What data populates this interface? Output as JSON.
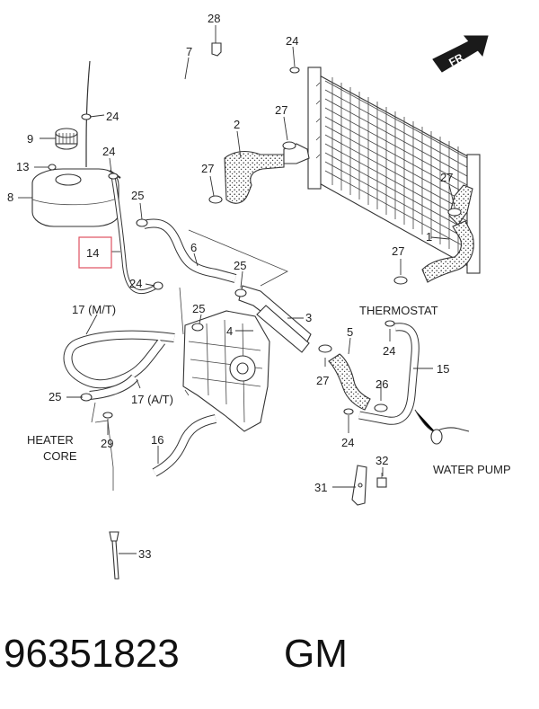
{
  "footer": {
    "part_number": "96351823",
    "brand": "GM"
  },
  "direction_label": "FR",
  "highlight_color": "#e05060",
  "callouts": [
    {
      "id": "c28",
      "text": "28"
    },
    {
      "id": "c7",
      "text": "7"
    },
    {
      "id": "c24a",
      "text": "24"
    },
    {
      "id": "c24b",
      "text": "24"
    },
    {
      "id": "c9",
      "text": "9"
    },
    {
      "id": "c2",
      "text": "2"
    },
    {
      "id": "c27a",
      "text": "27"
    },
    {
      "id": "c24c",
      "text": "24"
    },
    {
      "id": "c13",
      "text": "13"
    },
    {
      "id": "c27b",
      "text": "27"
    },
    {
      "id": "c27c",
      "text": "27"
    },
    {
      "id": "c8",
      "text": "8"
    },
    {
      "id": "c25a",
      "text": "25"
    },
    {
      "id": "c1",
      "text": "1"
    },
    {
      "id": "c14",
      "text": "14"
    },
    {
      "id": "c6",
      "text": "6"
    },
    {
      "id": "c27d",
      "text": "27"
    },
    {
      "id": "c25b",
      "text": "25"
    },
    {
      "id": "c24d",
      "text": "24"
    },
    {
      "id": "c17mt",
      "text": "17 (M/T)"
    },
    {
      "id": "c25c",
      "text": "25"
    },
    {
      "id": "c3",
      "text": "3"
    },
    {
      "id": "c4",
      "text": "4"
    },
    {
      "id": "c5",
      "text": "5"
    },
    {
      "id": "c24e",
      "text": "24"
    },
    {
      "id": "c15",
      "text": "15"
    },
    {
      "id": "c27e",
      "text": "27"
    },
    {
      "id": "c26",
      "text": "26"
    },
    {
      "id": "c25d",
      "text": "25"
    },
    {
      "id": "c17at",
      "text": "17 (A/T)"
    },
    {
      "id": "c16",
      "text": "16"
    },
    {
      "id": "c24f",
      "text": "24"
    },
    {
      "id": "c29",
      "text": "29"
    },
    {
      "id": "c32",
      "text": "32"
    },
    {
      "id": "c31",
      "text": "31"
    },
    {
      "id": "c33",
      "text": "33"
    }
  ],
  "labels": {
    "thermostat": "THERMOSTAT",
    "heater_core_line1": "HEATER",
    "heater_core_line2": "CORE",
    "water_pump": "WATER PUMP"
  }
}
